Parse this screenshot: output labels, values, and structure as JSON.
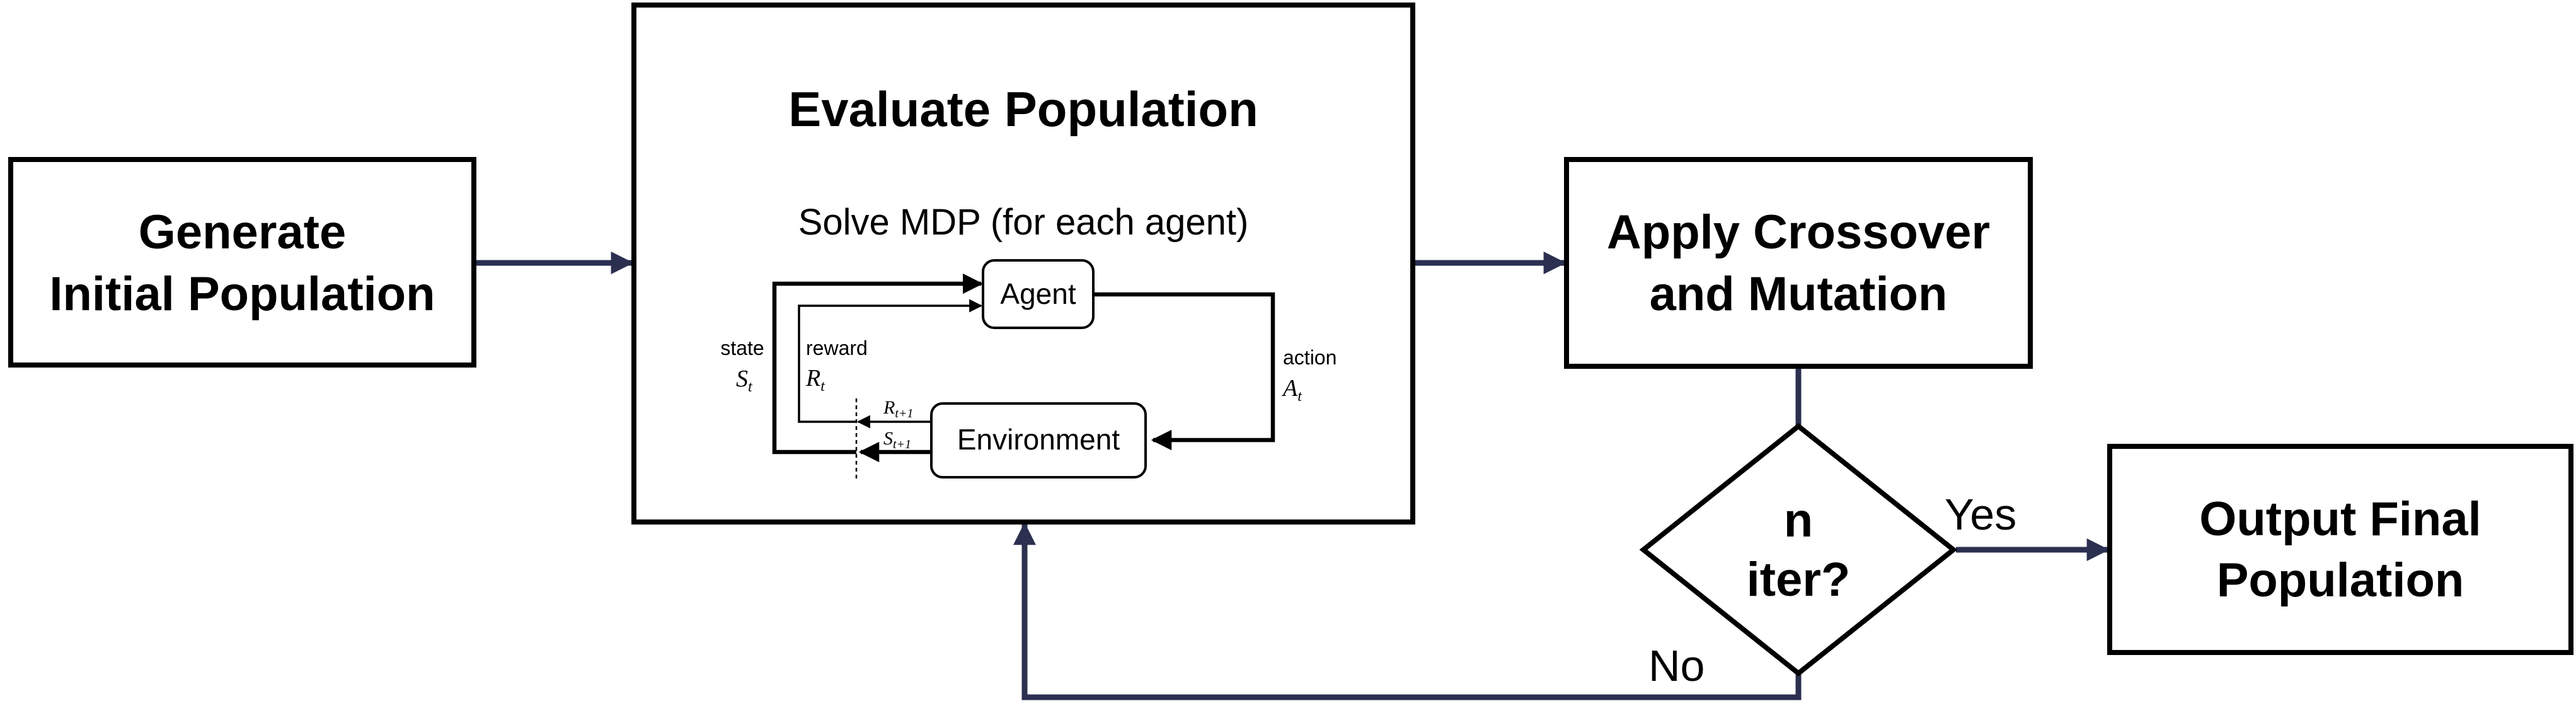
{
  "boxes": {
    "generate": {
      "line1": "Generate",
      "line2": "Initial Population"
    },
    "evaluate": {
      "title": "Evaluate Population",
      "subtitle": "Solve MDP (for each agent)"
    },
    "crossover": {
      "line1": "Apply Crossover",
      "line2": "and Mutation"
    },
    "output": {
      "line1": "Output Final",
      "line2": "Population"
    }
  },
  "decision": {
    "line1": "n",
    "line2": "iter?",
    "yes_label": "Yes",
    "no_label": "No"
  },
  "mdp": {
    "agent": "Agent",
    "environment": "Environment",
    "state_label": "state",
    "state_symbol": "S",
    "state_sub": "t",
    "reward_label": "reward",
    "reward_symbol": "R",
    "reward_sub": "t",
    "action_label": "action",
    "action_symbol": "A",
    "action_sub": "t",
    "next_reward_symbol": "R",
    "next_reward_sub": "t+1",
    "next_state_symbol": "S",
    "next_state_sub": "t+1"
  },
  "colors": {
    "flow_arrow": "#2b3050",
    "box_stroke": "#000000"
  }
}
